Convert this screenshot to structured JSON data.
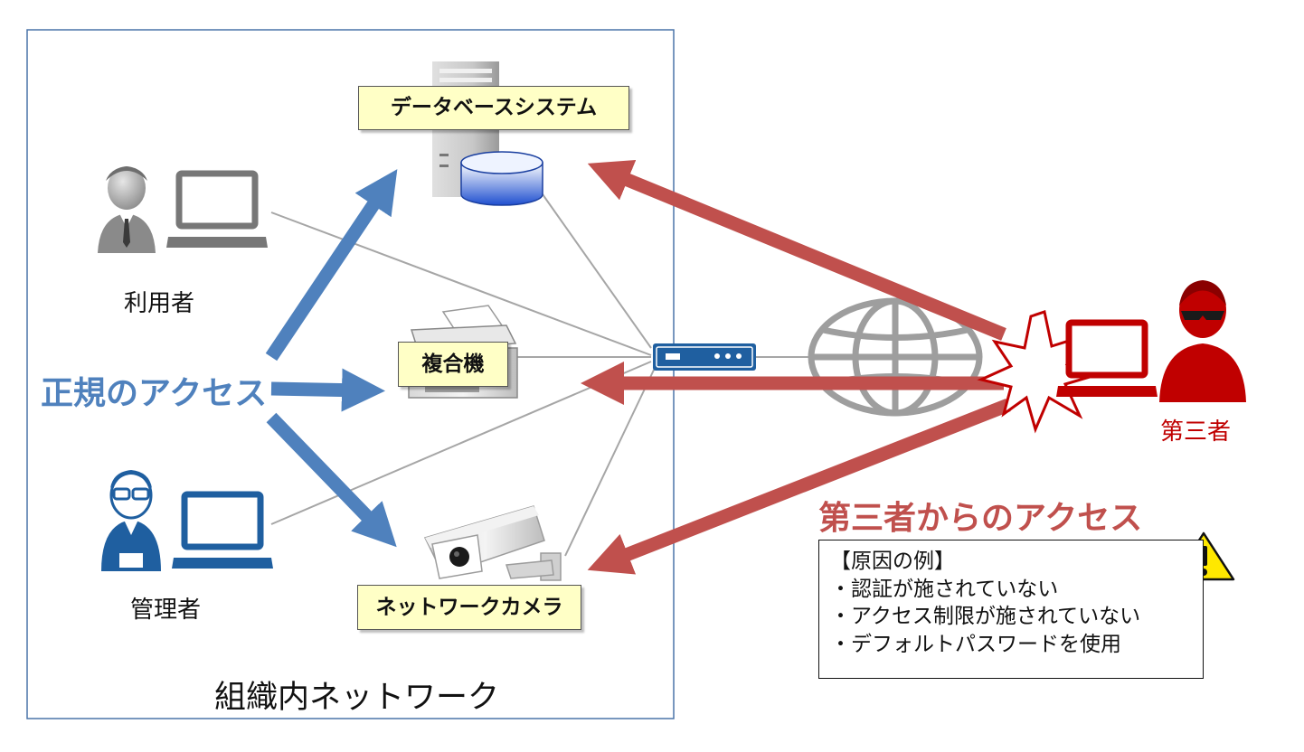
{
  "network": {
    "label": "組織内ネットワーク"
  },
  "nodes": {
    "database": "データベースシステム",
    "mfp": "複合機",
    "camera": "ネットワークカメラ"
  },
  "users": {
    "user": "利用者",
    "admin": "管理者"
  },
  "attacker": {
    "label": "第三者"
  },
  "legit_access": {
    "label": "正規のアクセス"
  },
  "third_party_access": {
    "label": "第三者からのアクセス"
  },
  "causes": {
    "title": "【原因の例】",
    "items": [
      "・認証が施されていない",
      "・アクセス制限が施されていない",
      "・デフォルトパスワードを使用"
    ]
  },
  "colors": {
    "legit": "#4f81bd",
    "attack": "#c0504d",
    "attacker": "#c00000",
    "admin": "#1f5fa0",
    "box_fill": "#ffffc6"
  }
}
